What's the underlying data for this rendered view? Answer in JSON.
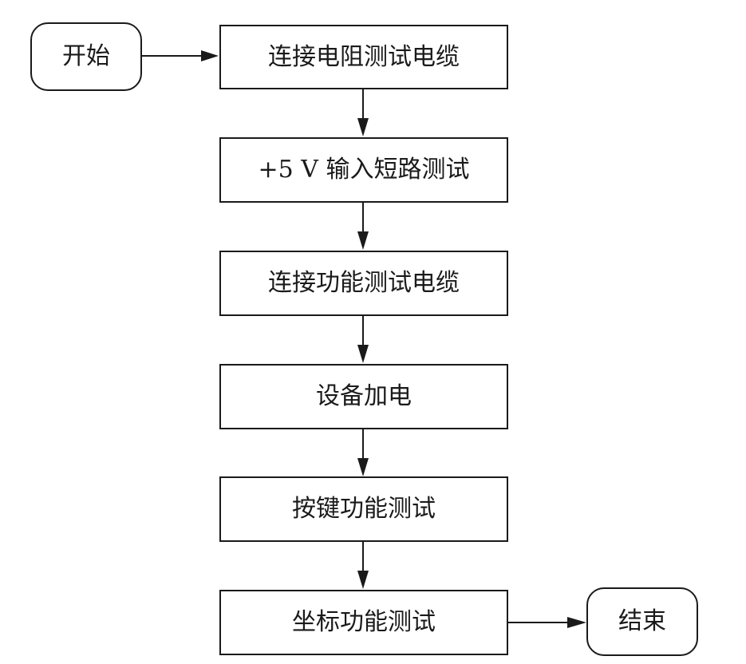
{
  "flowchart": {
    "start": "开始",
    "steps": [
      "连接电阻测试电缆",
      "+5 V 输入短路测试",
      "连接功能测试电缆",
      "设备加电",
      "按键功能测试",
      "坐标功能测试"
    ],
    "end": "结束"
  },
  "colors": {
    "stroke": "#1a1a1a",
    "background": "#ffffff"
  }
}
